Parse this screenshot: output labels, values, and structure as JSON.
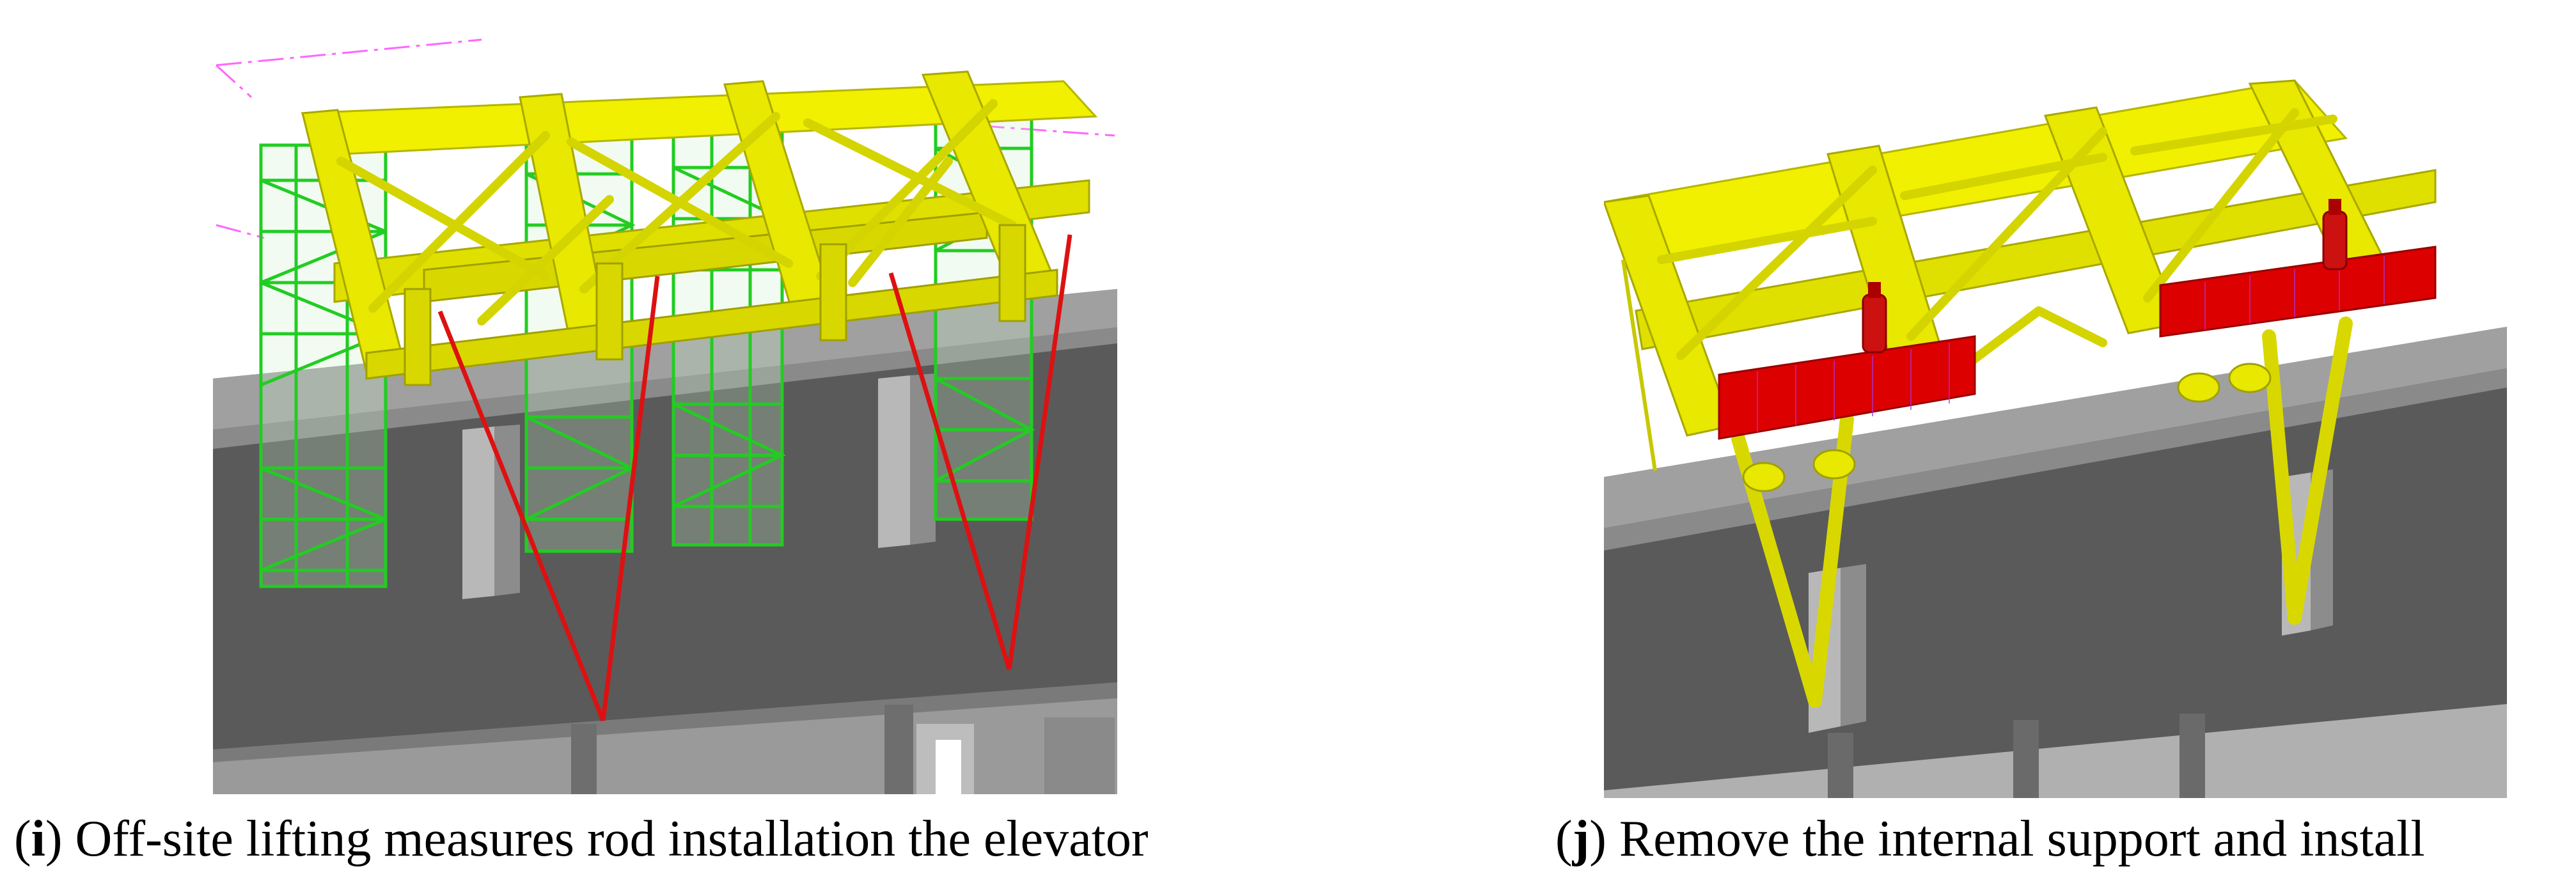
{
  "panels": [
    {
      "letter": "i",
      "text": "Off-site lifting measures rod installation the elevator",
      "colors": {
        "steel_frame": "#e8e800",
        "tower_scaffold": "#33dd33",
        "lifting_rod": "#dd1111",
        "girder": "#5a5a5a",
        "girder_top": "#9c9c9c",
        "axis_line": "#ff66ff"
      }
    },
    {
      "letter": "j",
      "text": "Remove the internal support and install",
      "colors": {
        "steel_frame": "#e8e800",
        "lifting_beam": "#dd0000",
        "jack": "#cc1111",
        "girder": "#5a5a5a",
        "girder_top": "#9c9c9c",
        "axis_line": "#ff66ff"
      }
    }
  ]
}
